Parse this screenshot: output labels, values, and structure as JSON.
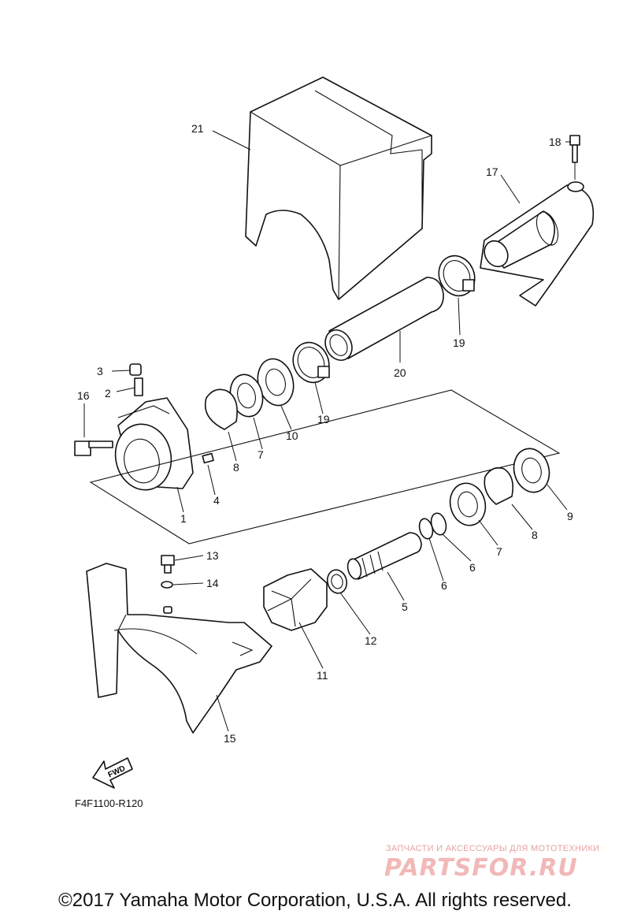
{
  "callouts": {
    "c1": "1",
    "c2": "2",
    "c3": "3",
    "c4": "4",
    "c5": "5",
    "c6a": "6",
    "c6b": "6",
    "c7a": "7",
    "c7b": "7",
    "c8a": "8",
    "c8b": "8",
    "c9": "9",
    "c10": "10",
    "c11": "11",
    "c12": "12",
    "c13": "13",
    "c14": "14",
    "c15": "15",
    "c16": "16",
    "c17": "17",
    "c18": "18",
    "c19a": "19",
    "c19b": "19",
    "c20": "20",
    "c21": "21"
  },
  "fwd_label": "FWD",
  "diagram_code": "F4F1100-R120",
  "watermark": {
    "tagline": "ЗАПЧАСТИ И АКСЕССУАРЫ ДЛЯ МОТОТЕХНИКИ",
    "logo": "PARTSFOR.RU"
  },
  "copyright": "©2017 Yamaha Motor Corporation, U.S.A. All rights reserved."
}
